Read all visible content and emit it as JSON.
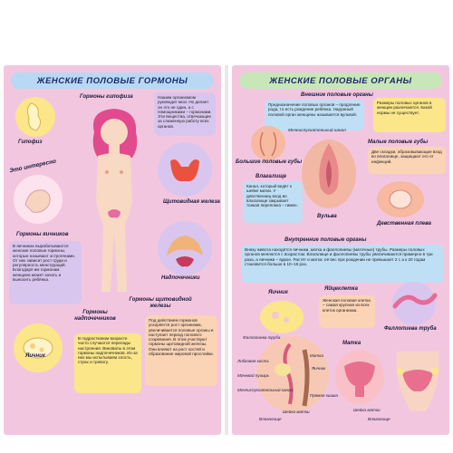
{
  "left": {
    "title": "ЖЕНСКИЕ ПОЛОВЫЕ ГОРМОНЫ",
    "pituitary_hormones": "Гормоны гипофиза",
    "pituitary_text": "Нашим организмом руководит мозг. Но делает он это не один, а с помощниками – гормонами. Эти вещества, отвечающие за слаженную работу всех органов.",
    "pituitary": "Гипофиз",
    "interesting": "Это интересно",
    "thyroid": "Щитовидная железа",
    "ovary_hormones": "Гормоны яичников",
    "ovary_text": "В яичниках вырабатываются женские половые гормоны, которые называют эстрогенами. От них зависит рост груди и регулярность менструаций. Благодаря им гормонам женщина может зачать и выносить ребёнка.",
    "adrenals": "Надпочечники",
    "adrenal_hormones": "Гормоны надпочечников",
    "adrenal_text": "В подростковом возрасте часто случаются перепады настроения. Виноваты в этом гормоны надпочечников. Из-за них мы испытываем злость, страх и тревогу.",
    "thyroid_hormones": "Гормоны щитовидной железы",
    "thyroid_text": "Под действием гормонов ускоряется рост организма, увеличивается половые органы и наступает период полового созревания. В этом участвуют гормоны щитовидной железы. Они влияют на рост костей и образование жировой прослойки.",
    "ovary": "Яичник"
  },
  "right": {
    "title": "ЖЕНСКИЕ ПОЛОВЫЕ ОРГАНЫ",
    "external": "Внешние половые органы",
    "external_text": "Предназначение половых органов – продление рода, то есть рождение ребёнка. Наружный половой орган женщины называется вульвой.",
    "sizes_text": "Размеры половых органов в женщин различаются. Какой нормы не существует.",
    "big_labia": "Большие половые губы",
    "small_labia": "Малые половые губы",
    "small_labia_text": "Две складки, образовывающие вход во влагалище, защищают его от инфекций.",
    "clitoris": "Мочеиспускательный канал",
    "vaginal_entry": "Влагалище",
    "vaginal_text": "Канал, который ведёт к шейке матки. У девственниц вход во влагалище закрывает тонкая перепонка – гимен.",
    "vulva": "Вульва",
    "hymen": "Девственная плева",
    "internal": "Внутренние половые органы",
    "internal_text": "Внизу живота находятся яичники, матка и фаллопиевы (маточные) трубы. Размеры половых органов меняются с возрастом. Влагалище и фаллопиевы трубы увеличиваются примерно в три раза, а яичники – вдвое. Растёт и матка: её вес при рождении не превышает 2 г, а к 20 годам становится больше в 10–15 раз.",
    "ovary": "Яичник",
    "egg": "Яйцеклетка",
    "egg_text": "Женская половая клетка – самая крупная из всех клеток организма.",
    "tube": "Фаллопиева труба",
    "uterus": "Матка",
    "pubic": "Лобковая кость",
    "bladder": "Мочевой пузырь",
    "urethra": "Мочеиспускательный канал",
    "rectum": "Прямая кишка",
    "cervix": "Шейка матки",
    "vagina": "Влагалище",
    "ovary_small": "Яичник",
    "tube_small": "Фаллопиева труба",
    "uterus_small": "Матка",
    "cervix_small": "Шейка матки",
    "vagina_small": "Влагалище"
  },
  "colors": {
    "page": "#f3c6e0",
    "title_left": "#b9d8f3",
    "title_right": "#c7e7b8"
  }
}
